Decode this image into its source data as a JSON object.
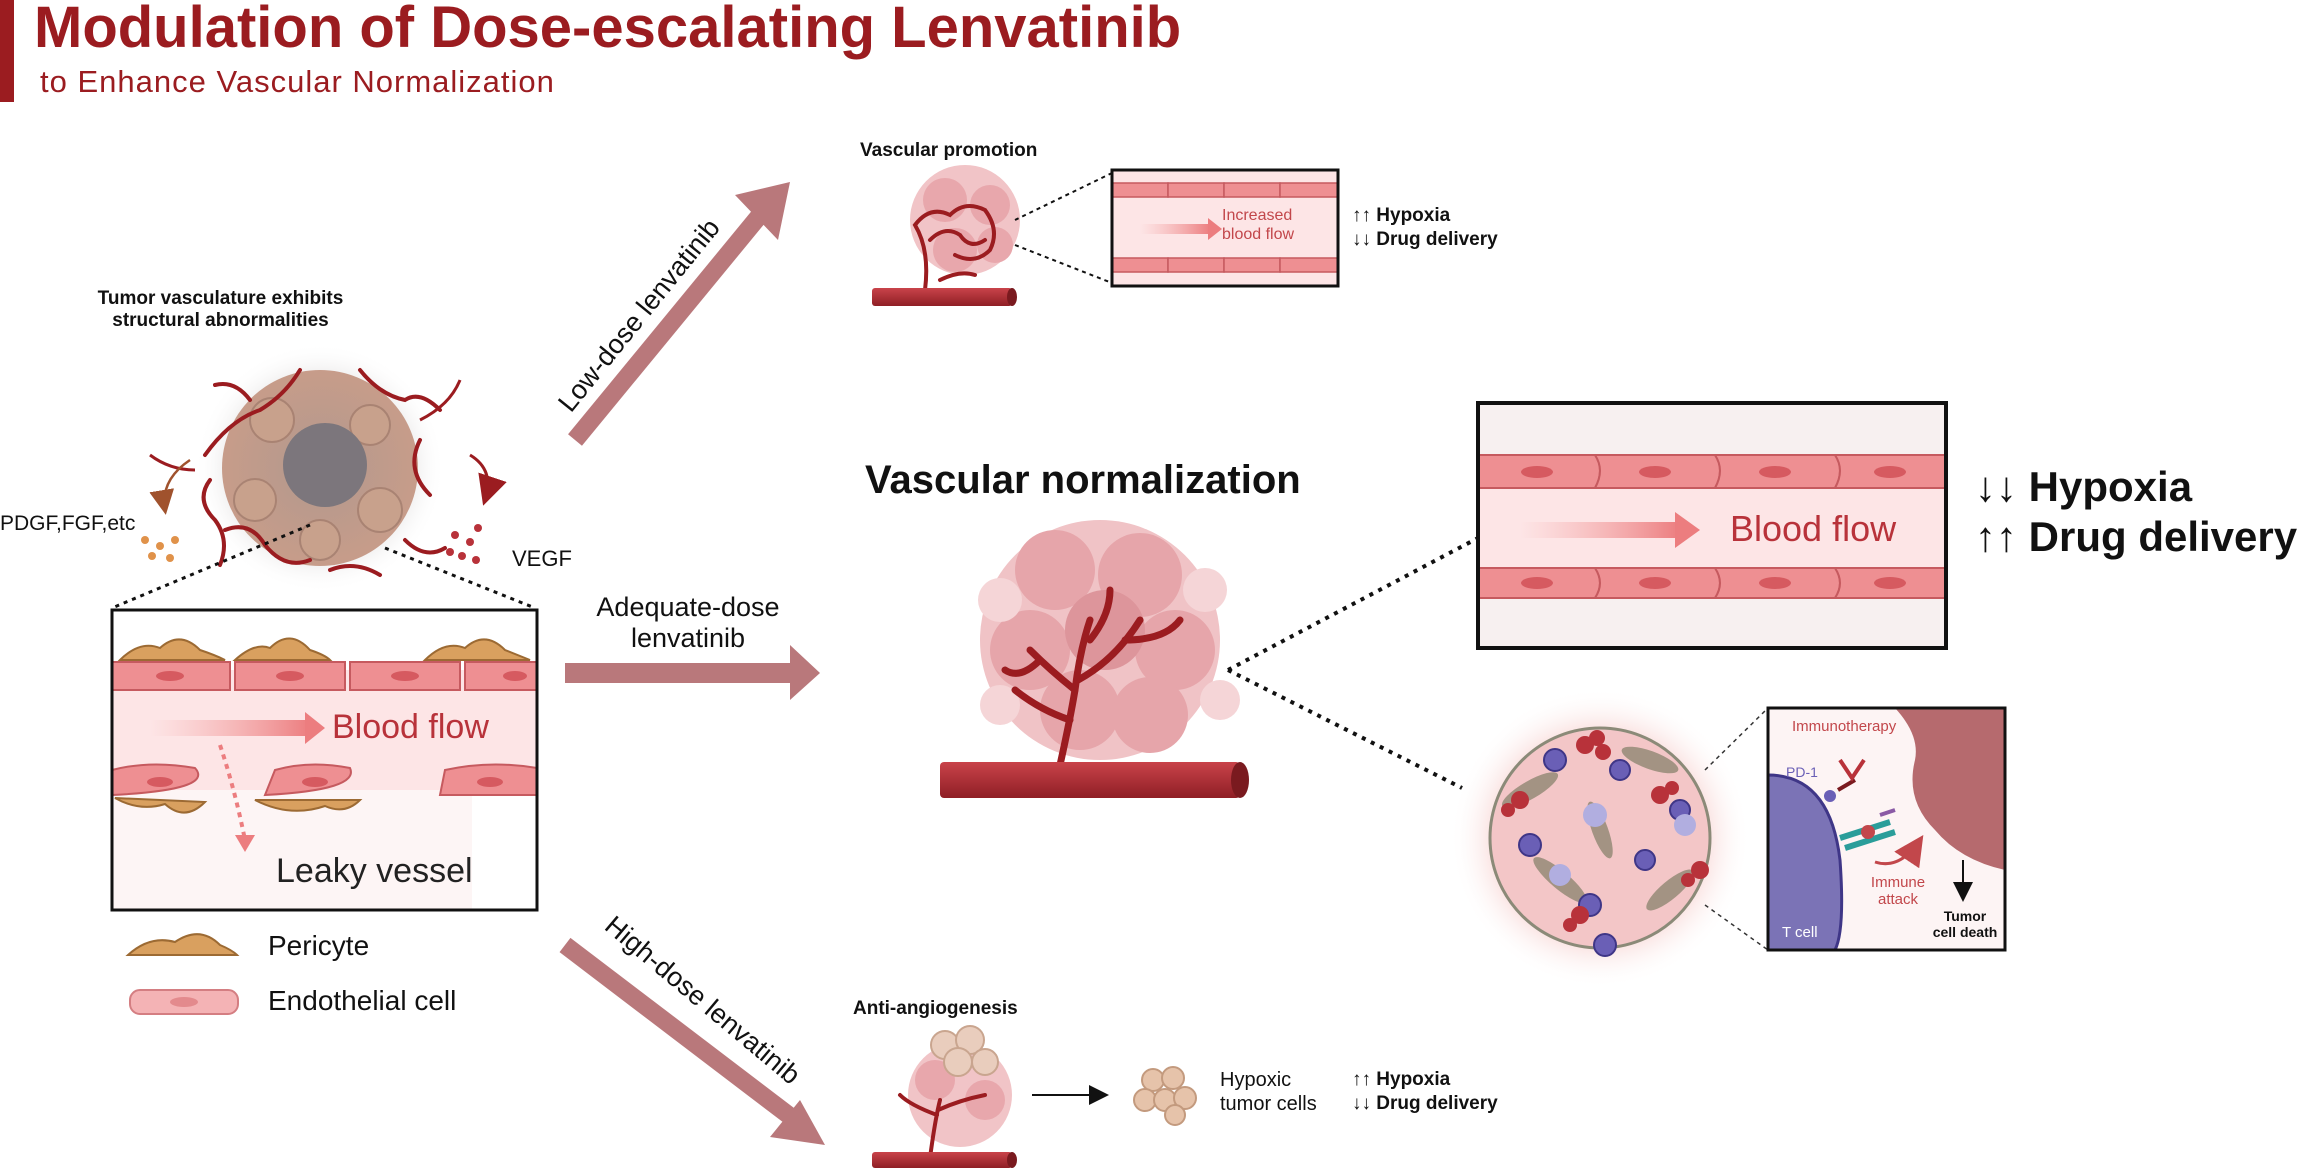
{
  "title": "Modulation of Dose-escalating Lenvatinib",
  "subtitle": "to Enhance Vascular Normalization",
  "left_panel": {
    "tumor_caption_line1": "Tumor vasculature exhibits",
    "tumor_caption_line2": "structural abnormalities",
    "factors_left": "PDGF,FGF,etc",
    "factors_right": "VEGF",
    "inset_flow": "Blood flow",
    "inset_leaky": "Leaky vessel",
    "legend_pericyte": "Pericyte",
    "legend_endothelial": "Endothelial cell"
  },
  "arrows": {
    "low_dose": "Low-dose lenvatinib",
    "adequate_line1": "Adequate-dose",
    "adequate_line2": "lenvatinib",
    "high_dose": "High-dose lenvatinib"
  },
  "top_branch": {
    "heading": "Vascular promotion",
    "inset_line1": "Increased",
    "inset_line2": "blood flow",
    "effect1": "↑↑ Hypoxia",
    "effect2": "↓↓ Drug delivery"
  },
  "middle_branch": {
    "heading": "Vascular normalization",
    "inset_flow": "Blood flow",
    "effect1": "↓↓ Hypoxia",
    "effect2": "↑↑ Drug delivery",
    "immuno_label": "Immunotherapy",
    "pd1_label": "PD-1",
    "immune_line1": "Immune",
    "immune_line2": "attack",
    "tcell_label": "T cell",
    "death_line1": "Tumor",
    "death_line2": "cell death"
  },
  "bottom_branch": {
    "heading": "Anti-angiogenesis",
    "hypoxic_line1": "Hypoxic",
    "hypoxic_line2": "tumor cells",
    "effect1": "↑↑ Hypoxia",
    "effect2": "↓↓ Drug delivery"
  },
  "colors": {
    "brand": "#9b1c20",
    "vessel": "#b8323a",
    "endothelial": "#ee8f92",
    "pericyte": "#d9a05f",
    "arrow": "#b9787b",
    "tcell": "#7b73b6"
  }
}
